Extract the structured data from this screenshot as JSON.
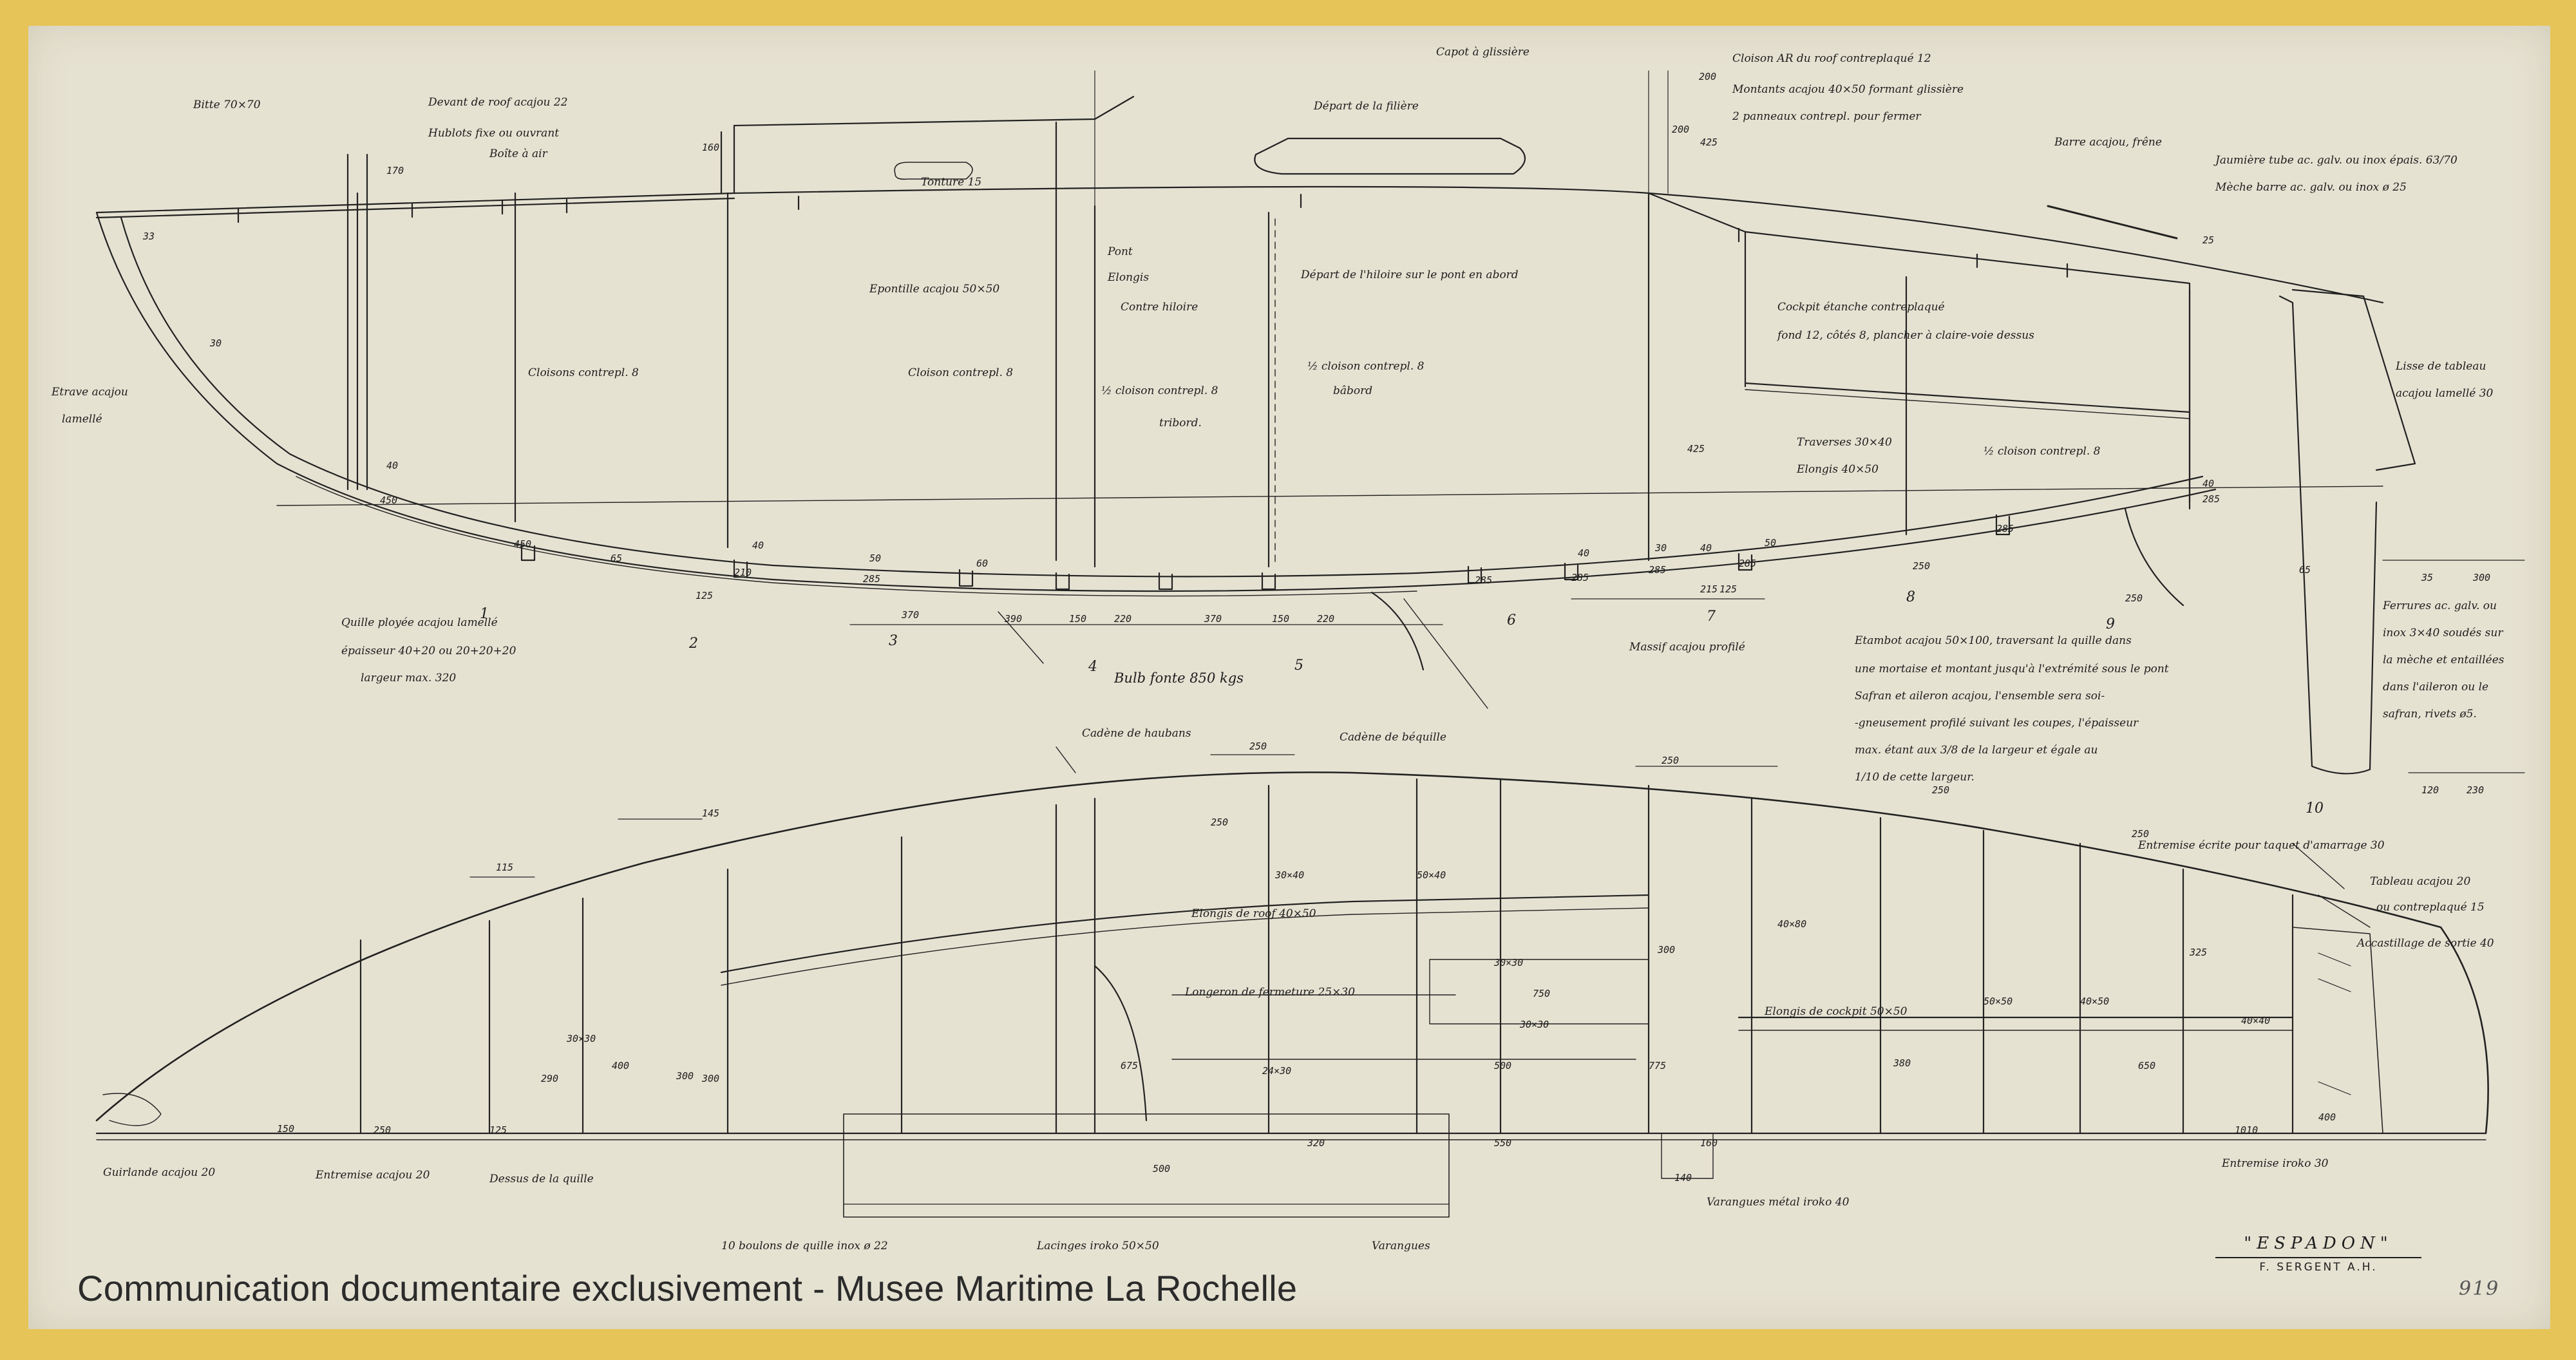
{
  "title_block": {
    "boat_name": "\"ESPADON\"",
    "designer": "F. SERGENT A.H."
  },
  "sheet_number": "919",
  "watermark": "Communication documentaire exclusivement - Musee Maritime La Rochelle",
  "profile_labels": {
    "bitte": "Bitte 70×70",
    "devant_roof": "Devant de roof acajou 22",
    "hublots": "Hublots fixe ou ouvrant",
    "boite_air": "Boîte à air",
    "capot": "Capot à glissière",
    "depart_filiere": "Départ de la filière",
    "cloison_arriere": "Cloison AR du roof contreplaqué 12",
    "montants": "Montants acajou 40×50 formant glissière",
    "panneaux": "2 panneaux contrepl. pour fermer",
    "barre": "Barre acajou, frêne",
    "jaumiere": "Jaumière tube ac. galv. ou inox épais. 63/70",
    "meche": "Mèche barre ac. galv. ou inox ø 25",
    "tonture": "Tonture 15",
    "pont": "Pont",
    "elongis": "Elongis",
    "contre_hiloire": "Contre hiloire",
    "depart_hiloire": "Départ de l'hiloire sur le pont en abord",
    "epontille": "Epontille acajou 50×50",
    "cockpit_1": "Cockpit étanche contreplaqué",
    "cockpit_2": "fond 12, côtés 8, plancher à claire-voie dessus",
    "etrave_1": "Etrave acajou",
    "etrave_2": "lamellé",
    "cloison_8_a": "Cloisons contrepl. 8",
    "cloison_8_b": "Cloison contrepl. 8",
    "demi_cloison_tribord_1": "½ cloison contrepl. 8",
    "demi_cloison_tribord_2": "tribord.",
    "demi_cloison_babord_1": "½ cloison contrepl. 8",
    "demi_cloison_babord_2": "bâbord",
    "demi_cloison_3": "½ cloison contrepl. 8",
    "traverses": "Traverses 30×40",
    "elongis_cockpit": "Elongis 40×50",
    "lisse_tableau_1": "Lisse de tableau",
    "lisse_tableau_2": "acajou lamellé 30",
    "quille_1": "Quille ployée acajou lamellé",
    "quille_2": "épaisseur 40+20 ou 20+20+20",
    "quille_3": "largeur max. 320",
    "bulb": "Bulb fonte 850 kgs",
    "massif": "Massif acajou profilé",
    "etambot_1": "Etambot acajou 50×100, traversant la quille dans",
    "etambot_2": "une mortaise et montant jusqu'à l'extrémité sous le pont",
    "etambot_3": "Safran et aileron acajou, l'ensemble sera soi-",
    "etambot_4": "-gneusement profilé suivant les coupes, l'épaisseur",
    "etambot_5": "max. étant aux 3/8 de la largeur et égale au",
    "etambot_6": "1/10 de cette largeur.",
    "ferrures_1": "Ferrures ac. galv. ou",
    "ferrures_2": "inox 3×40 soudés sur",
    "ferrures_3": "la mèche et entaillées",
    "ferrures_4": "dans l'aileron ou le",
    "ferrures_5": "safran, rivets ø5."
  },
  "plan_labels": {
    "cadene_haubans": "Cadène de haubans",
    "cadene_bequille": "Cadène de béquille",
    "entremise_taquet": "Entremise écrite pour taquet d'amarrage 30",
    "tableau_1": "Tableau acajou 20",
    "tableau_2": "ou contreplaqué 15",
    "accastillage": "Accastillage de sortie 40",
    "elongis_roof": "Elongis de roof 40×50",
    "longeron_1": "Longeron de fermeture 25×30",
    "longeron_2": "Elongis de cockpit 50×50",
    "guirlande": "Guirlande acajou 20",
    "entremise_20": "Entremise acajou 20",
    "dessus_quille": "Dessus de la quille",
    "boulons": "10 boulons de quille inox ø 22",
    "lacing_iroko": "Lacinges iroko 50×50",
    "varangues": "Varangues",
    "varangues_metal": "Varangues métal iroko 40",
    "entremise_30": "Entremise iroko 30"
  },
  "stations": [
    "1",
    "2",
    "3",
    "4",
    "5",
    "6",
    "7",
    "8",
    "9",
    "10"
  ],
  "profile_dims": {
    "d33": "33",
    "d30": "30",
    "d40a": "40",
    "d450a": "450",
    "d450b": "450",
    "d40b": "40",
    "d40c": "40",
    "d210": "210",
    "d125": "125",
    "d65": "65",
    "d50a": "50",
    "d60": "60",
    "d285a": "285",
    "d285b": "285",
    "d285c": "285",
    "d40d": "40",
    "d285d": "285",
    "d30b": "30",
    "d40e": "40",
    "d50b": "50",
    "d285e": "285",
    "d285f": "285",
    "d250a": "250",
    "d40f": "40",
    "d250b": "250",
    "d285g": "285",
    "d125b": "125",
    "d215": "215",
    "d370a": "370",
    "d390": "390",
    "d150a": "150",
    "d220a": "220",
    "d370b": "370",
    "d150b": "150",
    "d220b": "220",
    "d200": "200",
    "d425": "425",
    "d425b": "425",
    "d160": "160",
    "d170": "170",
    "d200b": "200",
    "d300": "300",
    "d120": "120",
    "d230": "230",
    "d65b": "65",
    "d35": "35",
    "d25": "25"
  },
  "plan_dims": {
    "p250a": "250",
    "p250b": "250",
    "p250c": "250",
    "p250d": "250",
    "p250e": "250",
    "p145": "145",
    "p115": "115",
    "p325": "325",
    "p300": "300",
    "p750": "750",
    "p400": "400",
    "p300b": "300",
    "p30x30a": "30×30",
    "p30x30b": "30×30",
    "p30x30c": "30×30",
    "p24x30": "24×30",
    "p30x40": "30×40",
    "p50x40a": "50×40",
    "p40x80": "40×80",
    "p40x40": "40×40",
    "p50x50": "50×50",
    "p40x50": "40×50",
    "p150": "150",
    "p125": "125",
    "p140": "140",
    "p160": "160",
    "p250f": "250",
    "p290": "290",
    "p300c": "300",
    "p500": "500",
    "p500b": "500",
    "p320": "320",
    "p550": "550",
    "p675": "675",
    "p775": "775",
    "p650": "650",
    "p400b": "400",
    "p380": "380",
    "p1010": "1010"
  }
}
